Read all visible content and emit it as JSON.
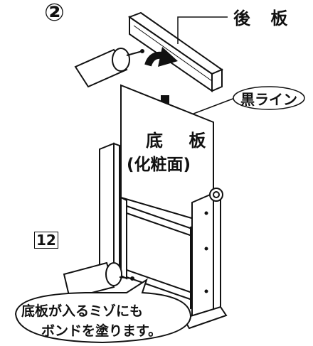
{
  "diagram": {
    "step_number": "②",
    "part_number": "12",
    "labels": {
      "back_panel": "後 板",
      "black_line": "黒ライン",
      "bottom_panel": "底 板",
      "cosmetic_face": "(化粧面)"
    },
    "note": {
      "line1": "底板が入るミゾにも",
      "line2": "ボンドを塗ります。"
    }
  }
}
